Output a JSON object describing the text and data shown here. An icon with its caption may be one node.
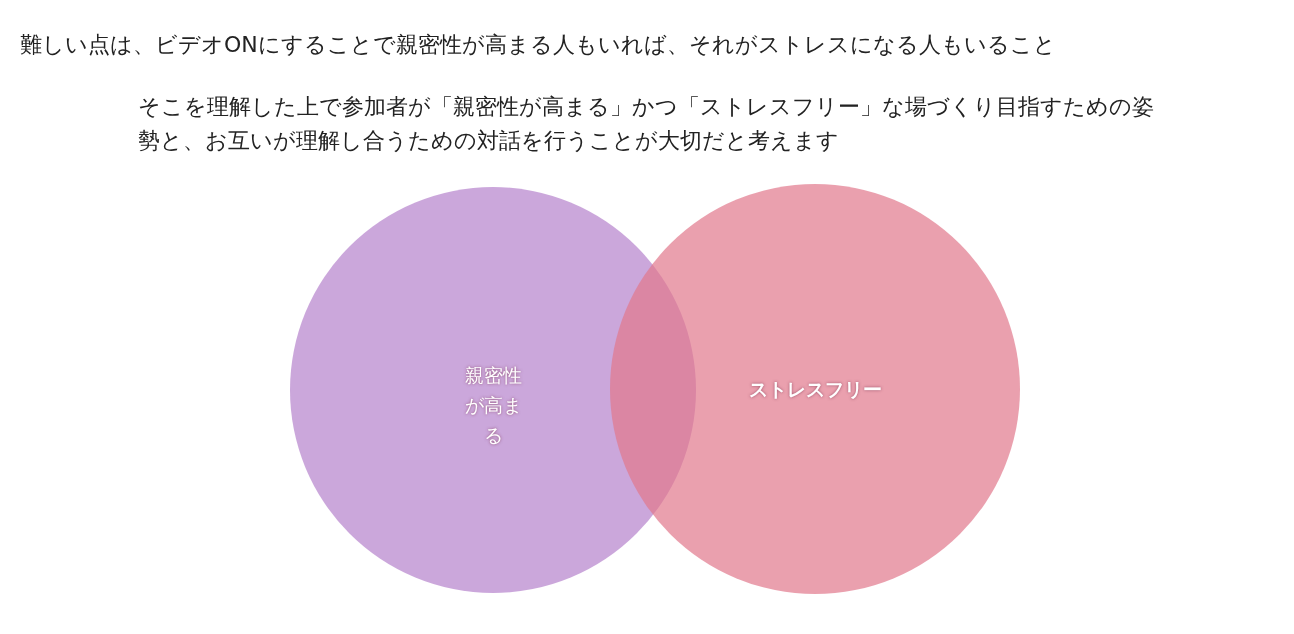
{
  "diagram": {
    "title": "難しい点は、ビデオONにすることで親密性が高まる人もいれば、それがストレスになる人もいること",
    "labels": [
      "そこを理解した上で参加者が「親密性が高まる」かつ「ストレスフリー」な場づくり目指すための姿勢と、お互いが理解し合うための対話を行うことが大切だと考えます"
    ],
    "nodes": [
      {
        "text": [
          "親密性が高まる"
        ]
      },
      {
        "text": [
          "ストレスフリー"
        ]
      }
    ],
    "edges": []
  }
}
